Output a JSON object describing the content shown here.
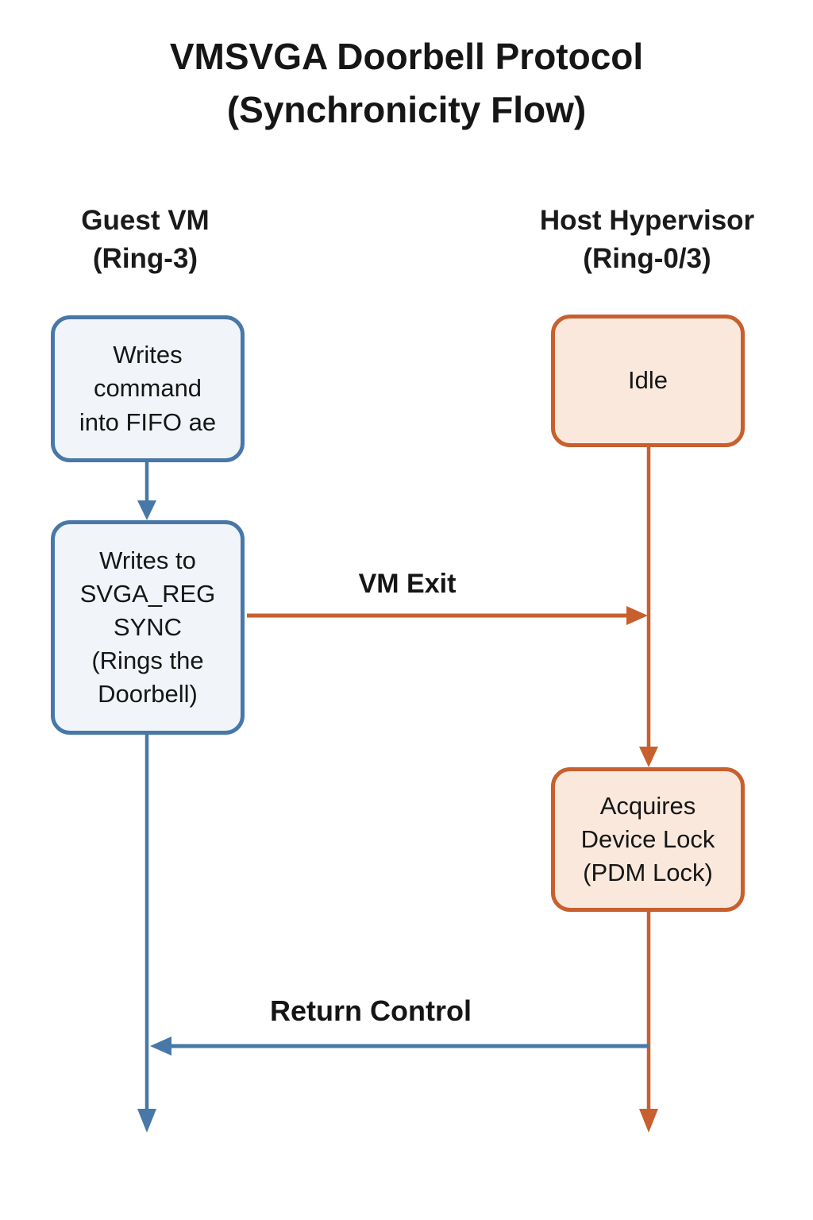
{
  "title": {
    "lines": [
      "VMSVGA Doorbell Protocol",
      "(Synchronicity Flow)"
    ]
  },
  "actors": {
    "guest": {
      "lines": [
        "Guest VM",
        "(Ring-3)"
      ]
    },
    "host": {
      "lines": [
        "Host Hypervisor",
        "(Ring-0/3)"
      ]
    }
  },
  "nodes": {
    "writes_fifo": {
      "lines": [
        "Writes",
        "command",
        "into FIFO ae"
      ]
    },
    "idle": {
      "lines": [
        "Idle"
      ]
    },
    "writes_sync": {
      "lines": [
        "Writes to",
        "SVGA_REG",
        "SYNC",
        "(Rings the",
        "Doorbell)"
      ]
    },
    "acquires_lock": {
      "lines": [
        "Acquires",
        "Device Lock",
        "(PDM Lock)"
      ]
    }
  },
  "edges": {
    "vm_exit": {
      "label": "VM Exit"
    },
    "return_control": {
      "label": "Return Control"
    }
  },
  "colors": {
    "guest_stroke": "#4878a8",
    "guest_fill": "#f1f5fa",
    "host_stroke": "#c7602e",
    "host_fill": "#fae8dc",
    "text": "#161616",
    "background": "#ffffff"
  }
}
